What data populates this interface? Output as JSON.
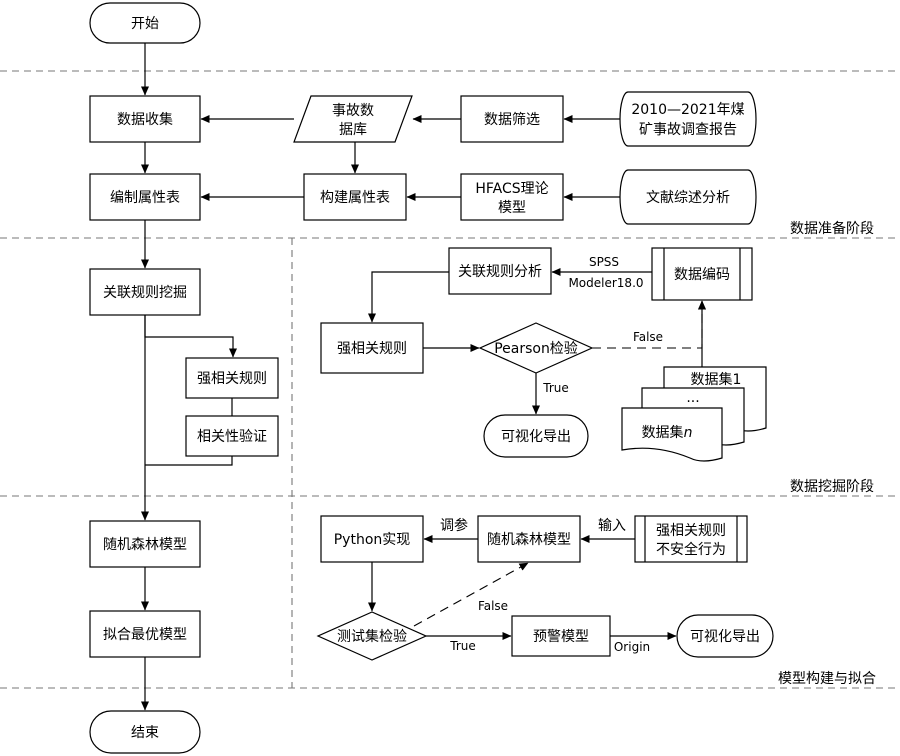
{
  "phases": {
    "prep": "数据准备阶段",
    "mining": "数据挖掘阶段",
    "model": "模型构建与拟合"
  },
  "left": {
    "start": "开始",
    "collect": "数据收集",
    "attr_table": "编制属性表",
    "mining": "关联规则挖掘",
    "strong_rules": "强相关规则",
    "corr_verify": "相关性验证",
    "rf_model": "随机森林模型",
    "best_fit": "拟合最优模型",
    "end": "结束"
  },
  "prep": {
    "db_line1": "事故数",
    "db_line2": "据库",
    "filter": "数据筛选",
    "reports_line1": "2010—2021年煤",
    "reports_line2": "矿事故调查报告",
    "build_attr": "构建属性表",
    "hfacs_line1": "HFACS理论",
    "hfacs_line2": "模型",
    "lit_review": "文献综述分析"
  },
  "mining": {
    "assoc_analysis": "关联规则分析",
    "spss_line1": "SPSS",
    "spss_line2": "Modeler18.0",
    "encode": "数据编码",
    "strong_rules": "强相关规则",
    "pearson": "Pearson检验",
    "false_label": "False",
    "true_label": "True",
    "visual_export": "可视化导出",
    "dataset1": "数据集1",
    "dots": "···",
    "datasetn_prefix": "数据集",
    "datasetn_suffix": "n"
  },
  "model": {
    "python": "Python实现",
    "tune": "调参",
    "rf_model": "随机森林模型",
    "input": "输入",
    "rules_line1": "强相关规则",
    "rules_line2": "不安全行为",
    "test_check": "测试集检验",
    "false_label": "False",
    "true_label": "True",
    "warning_model": "预警模型",
    "origin": "Origin",
    "visual_export": "可视化导出"
  }
}
